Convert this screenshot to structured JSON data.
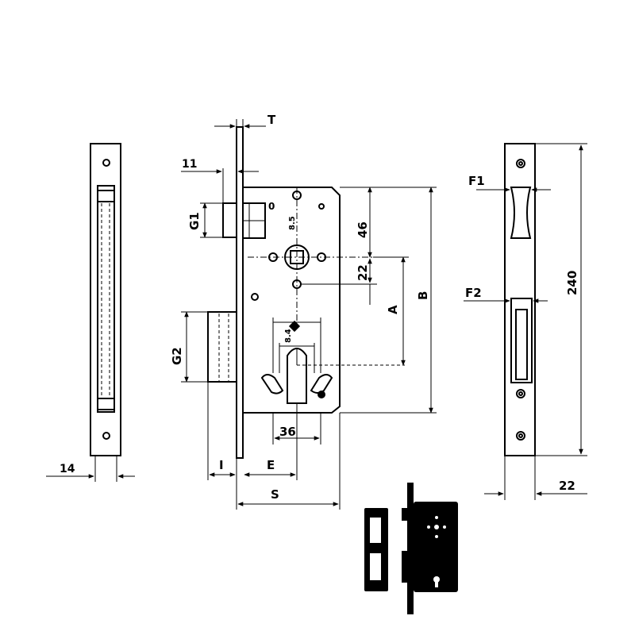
{
  "labels": {
    "T": "T",
    "dim_11": "11",
    "G1": "G1",
    "G2": "G2",
    "dim_46": "46",
    "dim_22_vertical": "22",
    "A": "A",
    "B": "B",
    "dim_36": "36",
    "I": "I",
    "E": "E",
    "S": "S",
    "dim_14": "14",
    "F1": "F1",
    "F2": "F2",
    "dim_240": "240",
    "dim_22_horizontal": "22",
    "dim_small_upper": "8.5",
    "dim_small_lower": "8.4"
  }
}
